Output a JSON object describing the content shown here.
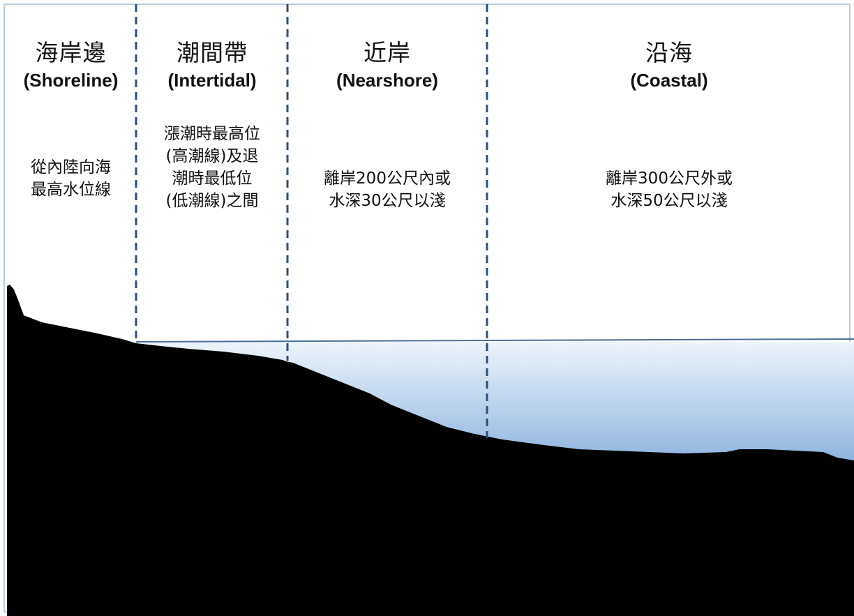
{
  "zones": [
    {
      "zh": "海岸邊",
      "en": "(Shoreline)",
      "desc": [
        "從內陸向海",
        "最高水位線"
      ]
    },
    {
      "zh": "潮間帶",
      "en": "(Intertidal)",
      "desc": [
        "漲潮時最高位",
        "(高潮線)及退",
        "潮時最低位",
        "(低潮線)之間"
      ]
    },
    {
      "zh": "近岸",
      "en": "(Nearshore)",
      "desc": [
        "離岸200公尺內或",
        "水深30公尺以淺"
      ]
    },
    {
      "zh": "沿海",
      "en": "(Coastal)",
      "desc": [
        "離岸300公尺外或",
        "水深50公尺以淺"
      ]
    }
  ],
  "colors": {
    "divider": "#2e4f7a",
    "frame": "#b9cbe0",
    "water_top": "#eef4fb",
    "water_bottom": "#7eaadb",
    "water_line": "#4a6e99",
    "seabed": "#000000"
  }
}
